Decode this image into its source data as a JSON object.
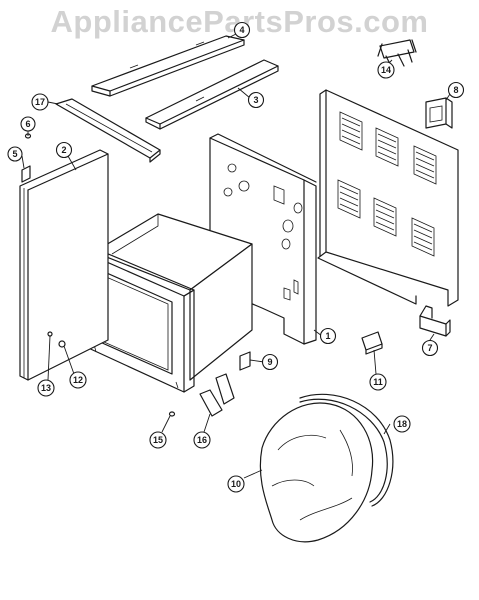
{
  "watermark": "AppliancePartsPros.com",
  "callouts": [
    {
      "id": "c1",
      "label": "1"
    },
    {
      "id": "c2",
      "label": "2"
    },
    {
      "id": "c3",
      "label": "3"
    },
    {
      "id": "c4",
      "label": "4"
    },
    {
      "id": "c5",
      "label": "5"
    },
    {
      "id": "c6",
      "label": "6"
    },
    {
      "id": "c7",
      "label": "7"
    },
    {
      "id": "c8",
      "label": "8"
    },
    {
      "id": "c9",
      "label": "9"
    },
    {
      "id": "c10",
      "label": "10"
    },
    {
      "id": "c11",
      "label": "11"
    },
    {
      "id": "c12",
      "label": "12"
    },
    {
      "id": "c13",
      "label": "13"
    },
    {
      "id": "c14",
      "label": "14"
    },
    {
      "id": "c15",
      "label": "15"
    },
    {
      "id": "c16",
      "label": "16"
    },
    {
      "id": "c17",
      "label": "17"
    },
    {
      "id": "c18",
      "label": "18"
    }
  ]
}
